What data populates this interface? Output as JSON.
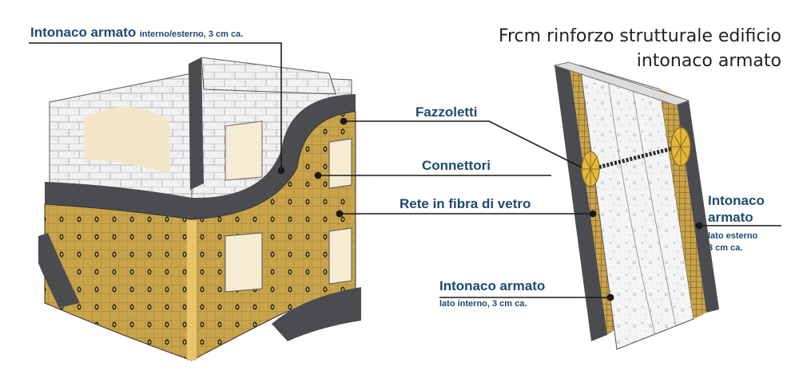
{
  "title": {
    "line1": "Frcm rinforzo strutturale edificio",
    "line2": "intonaco armato"
  },
  "labels": {
    "intonaco_top": {
      "main": "Intonaco armato",
      "sub": "interno/esterno, 3 cm ca."
    },
    "fazzoletti": "Fazzoletti",
    "connettori": "Connettori",
    "rete": "Rete in fibra di vetro",
    "intonaco_right": {
      "line1": "Intonaco",
      "line2": "armato",
      "sub1": "lato esterno",
      "sub2": "3 cm ca."
    },
    "intonaco_bottom": {
      "main": "Intonaco armato",
      "sub": "lato interno, 3 cm ca."
    }
  },
  "colors": {
    "label_text": "#1d4a72",
    "leader_line": "#1a1a1a",
    "plaster_dark": "#4a4c50",
    "fiber_mesh": "#c9a44c",
    "stone_wall": "#e9e9e9",
    "connector_ring": "#e2b93b"
  }
}
